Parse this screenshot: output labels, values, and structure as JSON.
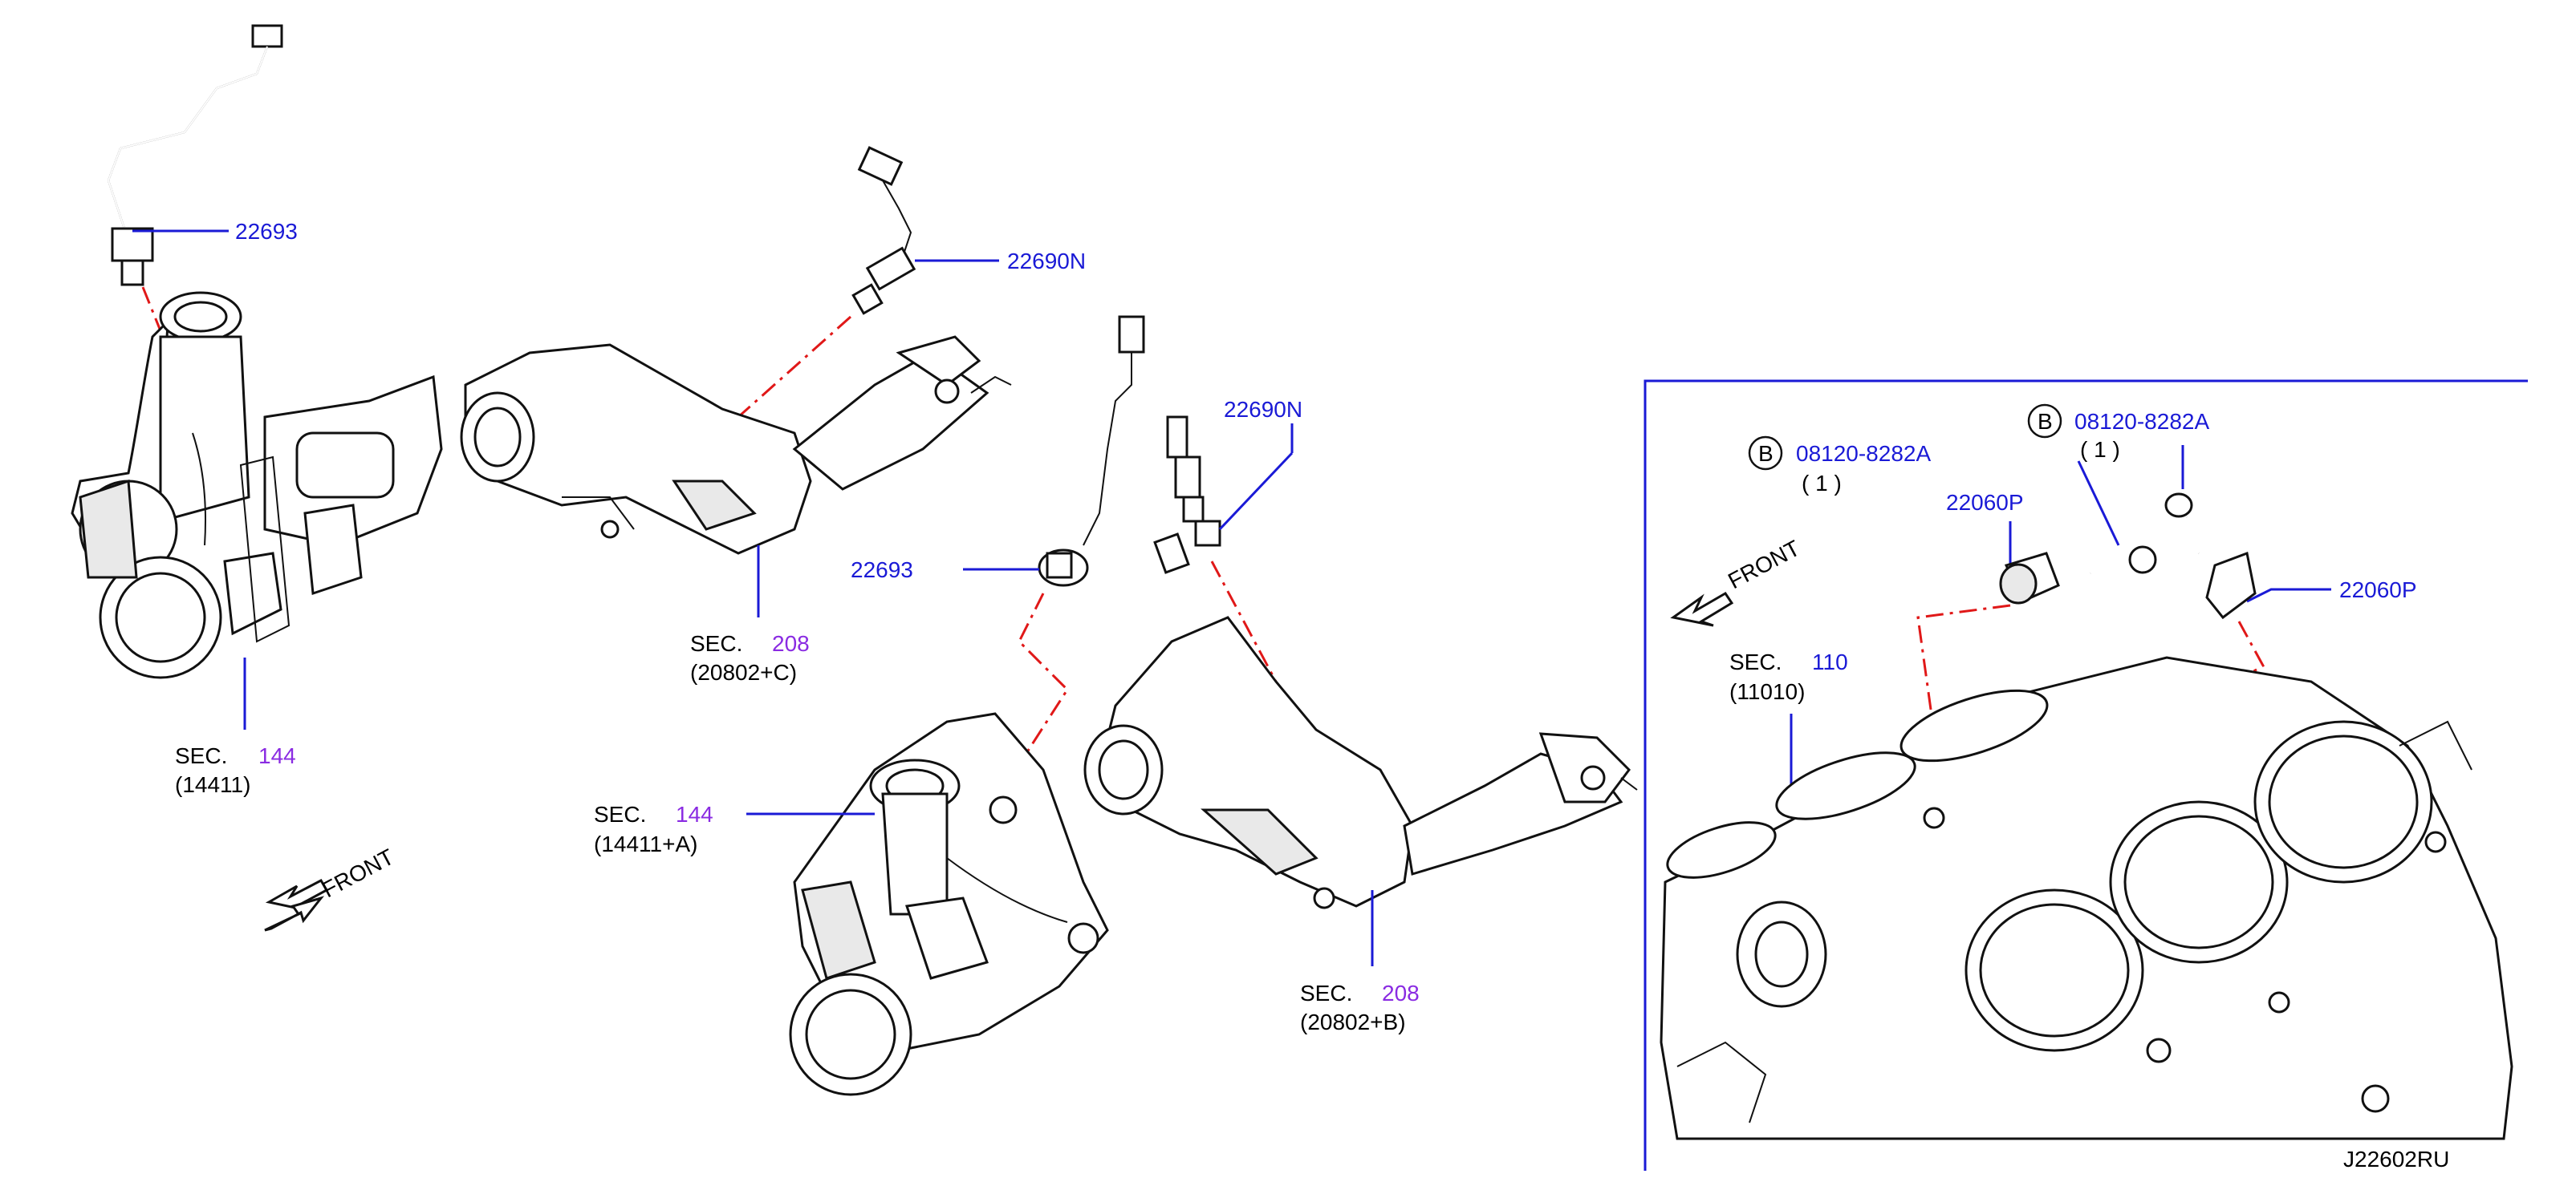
{
  "labels": {
    "p22693_top": "22693",
    "p22690n_top": "22690N",
    "p22690n_mid": "22690N",
    "p22693_mid": "22693",
    "sec144_a": {
      "sec": "SEC.",
      "num": "144",
      "ref": "(14411)"
    },
    "sec208_c": {
      "sec": "SEC.",
      "num": "208",
      "ref": "(20802+C)"
    },
    "sec144_b": {
      "sec": "SEC.",
      "num": "144",
      "ref": "(14411+A)"
    },
    "sec208_b": {
      "sec": "SEC.",
      "num": "208",
      "ref": "(20802+B)"
    },
    "front_left": "FRONT",
    "front_right": "FRONT",
    "bolt_left": {
      "badge": "B",
      "part": "08120-8282A",
      "qty": "( 1 )"
    },
    "bolt_right": {
      "badge": "B",
      "part": "08120-8282A",
      "qty": "( 1 )"
    },
    "p22060p_left": "22060P",
    "p22060p_right": "22060P",
    "sec110": {
      "sec": "SEC.",
      "num": "110",
      "ref": "(11010)"
    },
    "diagram_id": "J22602RU"
  },
  "colors": {
    "callout": "#1a1ad6",
    "section_number": "#8a2be2",
    "dash_guide": "#e01818",
    "outline": "#111111"
  },
  "icons": [
    "front-arrow-icon",
    "bolt-badge-b-icon"
  ]
}
